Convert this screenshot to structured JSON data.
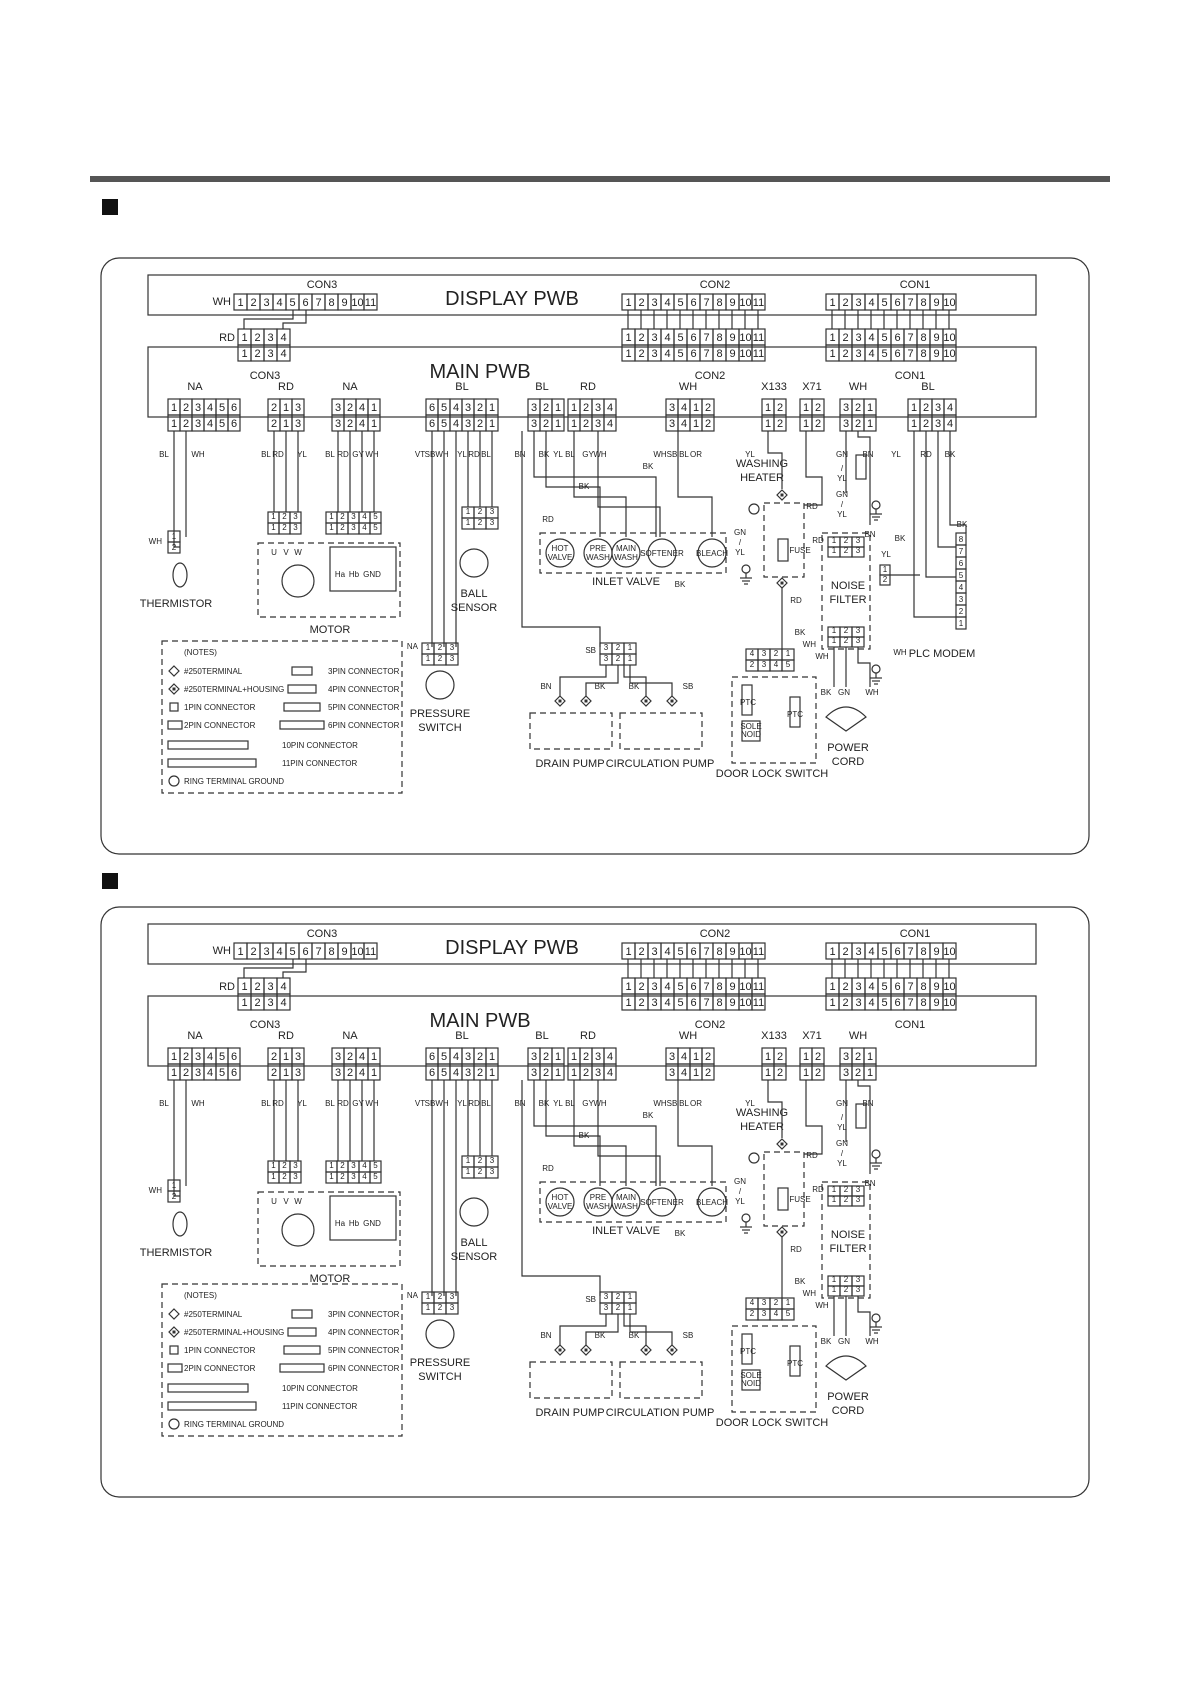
{
  "boards": {
    "display": "DISPLAY PWB",
    "main": "MAIN PWB",
    "con3": "CON3",
    "con2": "CON2",
    "con1": "CON1"
  },
  "pins": {
    "p11": [
      "1",
      "2",
      "3",
      "4",
      "5",
      "6",
      "7",
      "8",
      "9",
      "10",
      "11"
    ],
    "p10": [
      "1",
      "2",
      "3",
      "4",
      "5",
      "6",
      "7",
      "8",
      "9",
      "10"
    ],
    "p4": [
      "1",
      "2",
      "3",
      "4"
    ],
    "p6": [
      "1",
      "2",
      "3",
      "4",
      "5",
      "6"
    ],
    "p213": [
      "2",
      "1",
      "3"
    ],
    "p3241": [
      "3",
      "2",
      "4",
      "1"
    ],
    "p654321": [
      "6",
      "5",
      "4",
      "3",
      "2",
      "1"
    ],
    "p321": [
      "3",
      "2",
      "1"
    ],
    "p3412": [
      "3",
      "4",
      "1",
      "2"
    ],
    "p12": [
      "1",
      "2"
    ],
    "p123": [
      "1",
      "2",
      "3"
    ],
    "p12345": [
      "1",
      "2",
      "3",
      "4",
      "5"
    ],
    "p43215": [
      "4",
      "3",
      "2",
      "1"
    ],
    "p2345": [
      "2",
      "3",
      "4",
      "5"
    ],
    "plc": [
      "8",
      "7",
      "6",
      "5",
      "4",
      "3",
      "2",
      "1"
    ]
  },
  "wires": {
    "wh": "WH",
    "rd": "RD",
    "na": "NA",
    "bl": "BL",
    "yl": "YL",
    "gy": "GY",
    "bn": "BN",
    "bk": "BK",
    "gn": "GN",
    "vt": "VT",
    "sb": "SB",
    "or": "OR",
    "x133": "X133",
    "x71": "X71",
    "slash": "/"
  },
  "parts": {
    "thermistor": "THERMISTOR",
    "motor": "MOTOR",
    "u": "U",
    "v": "V",
    "w": "W",
    "ha": "Ha",
    "hb": "Hb",
    "gnd": "GND",
    "ball_sensor_1": "BALL",
    "ball_sensor_2": "SENSOR",
    "pressure_switch_1": "PRESSURE",
    "pressure_switch_2": "SWITCH",
    "hot_valve_1": "HOT",
    "hot_valve_2": "VALVE",
    "pre_wash_1": "PRE",
    "pre_wash_2": "WASH",
    "main_wash_1": "MAIN",
    "main_wash_2": "WASH",
    "softener": "SOFTENER",
    "bleach": "BLEACH",
    "inlet_valve": "INLET VALVE",
    "washing_heater_1": "WASHING",
    "washing_heater_2": "HEATER",
    "fuse": "FUSE",
    "noise_filter_1": "NOISE",
    "noise_filter_2": "FILTER",
    "plc_modem": "PLC MODEM",
    "drain_pump": "DRAIN PUMP",
    "circulation_pump": "CIRCULATION PUMP",
    "door_lock_switch": "DOOR LOCK SWITCH",
    "ptc": "PTC",
    "sole_1": "SOLE",
    "sole_2": "NOID",
    "power_cord_1": "POWER",
    "power_cord_2": "CORD"
  },
  "notes": {
    "title": "(NOTES)",
    "n250": "#250TERMINAL",
    "n250h": "#250TERMINAL+HOUSING",
    "n1pin": "1PIN CONNECTOR",
    "n2pin": "2PIN CONNECTOR",
    "n3pin": "3PIN CONNECTOR",
    "n4pin": "4PIN CONNECTOR",
    "n5pin": "5PIN CONNECTOR",
    "n6pin": "6PIN CONNECTOR",
    "n10pin": "10PIN CONNECTOR",
    "n11pin": "11PIN CONNECTOR",
    "ring": "RING TERMINAL GROUND"
  }
}
